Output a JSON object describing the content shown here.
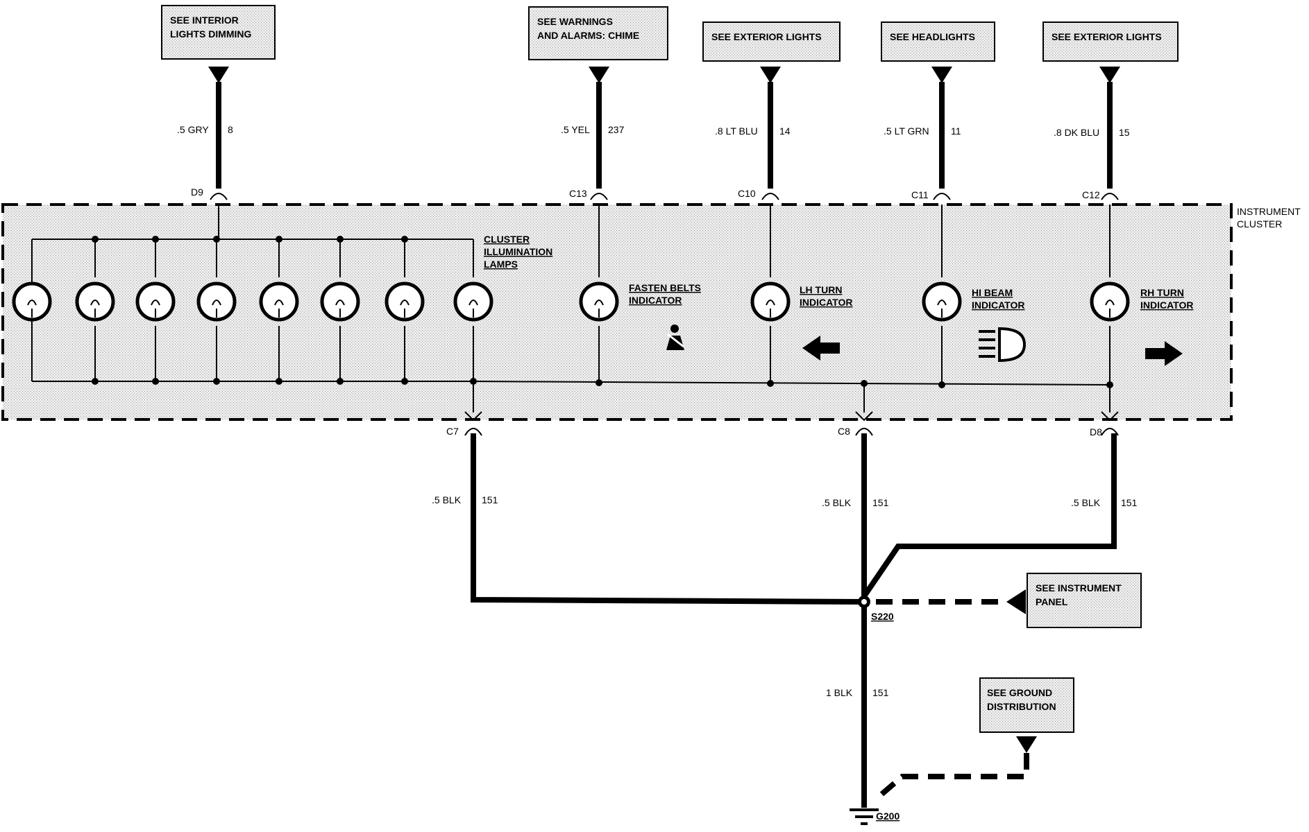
{
  "refs": [
    {
      "line1": "SEE INTERIOR",
      "line2": "LIGHTS DIMMING"
    },
    {
      "line1": "SEE WARNINGS",
      "line2": "AND ALARMS:  CHIME"
    },
    {
      "line1": "SEE EXTERIOR LIGHTS",
      "line2": ""
    },
    {
      "line1": "SEE HEADLIGHTS",
      "line2": ""
    },
    {
      "line1": "SEE EXTERIOR LIGHTS",
      "line2": ""
    }
  ],
  "top_wires": [
    {
      "gauge": ".5 GRY",
      "circuit": "8",
      "connector": "D9"
    },
    {
      "gauge": ".5 YEL",
      "circuit": "237",
      "connector": "C13"
    },
    {
      "gauge": ".8 LT BLU",
      "circuit": "14",
      "connector": "C10"
    },
    {
      "gauge": ".5 LT GRN",
      "circuit": "11",
      "connector": "C11"
    },
    {
      "gauge": ".8 DK BLU",
      "circuit": "15",
      "connector": "C12"
    }
  ],
  "cluster": {
    "title_line1": "INSTRUMENT",
    "title_line2": "CLUSTER",
    "illum_line1": "CLUSTER",
    "illum_line2": "ILLUMINATION",
    "illum_line3": "LAMPS",
    "fasten_line1": "FASTEN BELTS",
    "fasten_line2": "INDICATOR",
    "lh_line1": "LH TURN",
    "lh_line2": "INDICATOR",
    "hibeam_line1": "HI BEAM",
    "hibeam_line2": "INDICATOR",
    "rh_line1": "RH TURN",
    "rh_line2": "INDICATOR"
  },
  "bottom_wires": [
    {
      "gauge": ".5 BLK",
      "circuit": "151",
      "connector": "C7"
    },
    {
      "gauge": ".5 BLK",
      "circuit": "151",
      "connector": "C8"
    },
    {
      "gauge": ".5 BLK",
      "circuit": "151",
      "connector": "D8"
    }
  ],
  "splice": {
    "label": "S220"
  },
  "instrument_panel_ref": {
    "line1": "SEE INSTRUMENT",
    "line2": "PANEL"
  },
  "ground_wire": {
    "gauge": "1 BLK",
    "circuit": "151"
  },
  "ground_ref": {
    "line1": "SEE GROUND",
    "line2": "DISTRIBUTION"
  },
  "ground": {
    "label": "G200"
  }
}
